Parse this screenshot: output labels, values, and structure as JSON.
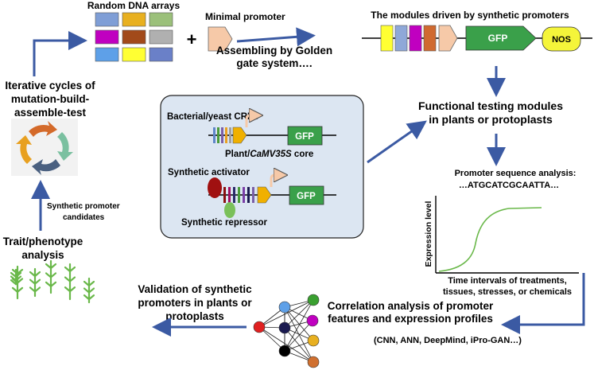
{
  "labels": {
    "random_dna_arrays": "Random DNA arrays",
    "minimal_promoter": "Minimal promoter",
    "plus_sign": "+",
    "assembling_1": "Assembling by Golden",
    "assembling_2": "gate system….",
    "modules_title": "The modules driven by synthetic promoters",
    "gfp": "GFP",
    "nos": "NOS",
    "iterative_1": "Iterative cycles of",
    "iterative_2": "mutation-build-",
    "iterative_3": "assemble-test",
    "functional_1": "Functional testing modules",
    "functional_2": "in plants or protoplasts",
    "bacterial_cres": "Bacterial/yeast CREs",
    "plant_core_prefix": "Plant/",
    "plant_core_italic": "CaMV35S",
    "plant_core_suffix": " core",
    "synthetic_activator": "Synthetic activator",
    "synthetic_repressor": "Synthetic repressor",
    "promoter_seq_title": "Promoter sequence analysis:",
    "promoter_seq": "…ATGCATCGCAATTA…",
    "expression_level": "Expression level",
    "time_1": "Time intervals of treatments,",
    "time_2": "tissues, stresses, or chemicals",
    "candidates_1": "Synthetic promoter",
    "candidates_2": "candidates",
    "trait_1": "Trait/phenotype",
    "trait_2": "analysis",
    "validation_1": "Validation of synthetic",
    "validation_2": "promoters in plants or",
    "validation_3": "protoplasts",
    "correlation_1": "Correlation analysis of promoter",
    "correlation_2": "features and expression profiles",
    "models": "(CNN, ANN, DeepMind, iPro-GAN…)"
  },
  "colors": {
    "arrow_blue": "#3b5aa3",
    "gfp_green": "#3aa04a",
    "nos_yellow": "#f5f53a",
    "minimal_promoter_fill": "#f6c9a8",
    "center_box_fill": "#dce6f2",
    "dna_grid": [
      "#7f9ed6",
      "#e8b020",
      "#9bc07a",
      "#c000c0",
      "#a24a1a",
      "#b0b0b0",
      "#5ea0e8",
      "#ffff33",
      "#6a80c8"
    ],
    "module_elements": [
      "#ffff33",
      "#8fa8d8",
      "#c000c0",
      "#d06a30"
    ],
    "cycle_colors": [
      "#d46a2a",
      "#7ac0a0",
      "#4a6080",
      "#e8a020"
    ],
    "curve_green": "#6ab84a",
    "network_nodes": [
      "#5ea0e8",
      "#3aa030",
      "#c000c0",
      "#e02020",
      "#1a1a50",
      "#e8b020",
      "#000000",
      "#d07030"
    ]
  }
}
